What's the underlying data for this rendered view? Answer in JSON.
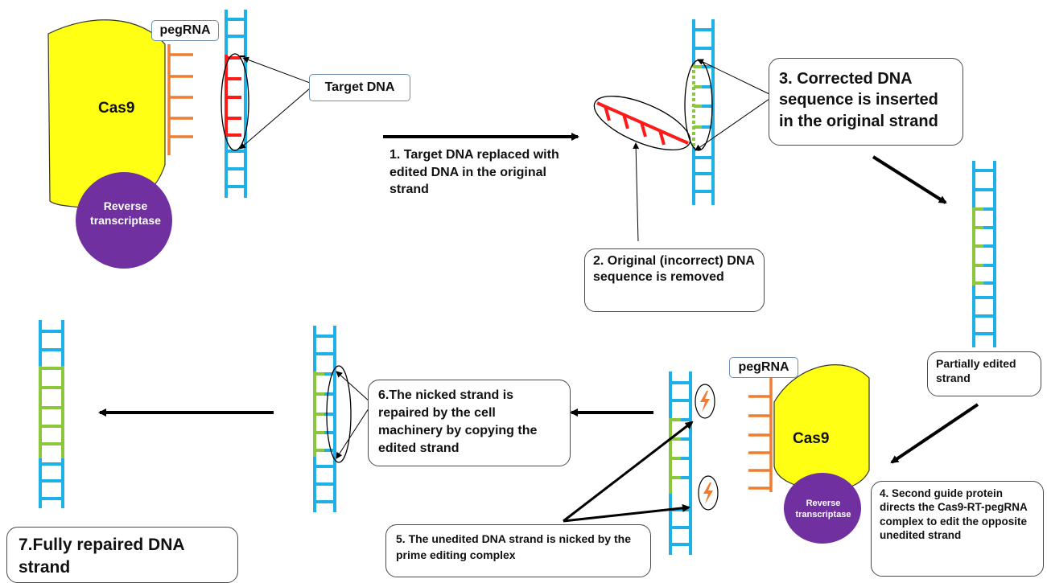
{
  "labels": {
    "pegrna_top": "pegRNA",
    "target_dna": "Target DNA",
    "cas9_top": "Cas9",
    "rt_top": "Reverse transcriptase",
    "pegrna_bottom": "pegRNA",
    "cas9_bottom": "Cas9",
    "rt_bottom": "Reverse transcriptase"
  },
  "steps": {
    "s1": "1. Target DNA replaced with edited DNA in the original  strand",
    "s2": "2. Original  (incorrect) DNA sequence is removed",
    "s3": "3. Corrected DNA sequence is inserted in the original strand",
    "partial": "Partially edited strand",
    "s4": "4. Second guide protein directs the Cas9-RT-pegRNA complex to edit the opposite unedited strand",
    "s5": "5. The unedited DNA strand is nicked by the prime editing complex",
    "s6": "6.The nicked strand is repaired by the cell machinery by copying the edited strand",
    "s7": "7.Fully repaired DNA strand"
  },
  "colors": {
    "dna_blue": "#1fb0e6",
    "edited_green": "#8cc63f",
    "removed_red": "#ff1a1a",
    "pegrna_orange": "#ed7d31",
    "cas9_yellow": "#ffff14",
    "rt_purple": "#7030a0",
    "lightning": "#ed7d31"
  },
  "icons": [
    "lightning-icon",
    "arrow-right-icon",
    "arrow-left-icon"
  ]
}
